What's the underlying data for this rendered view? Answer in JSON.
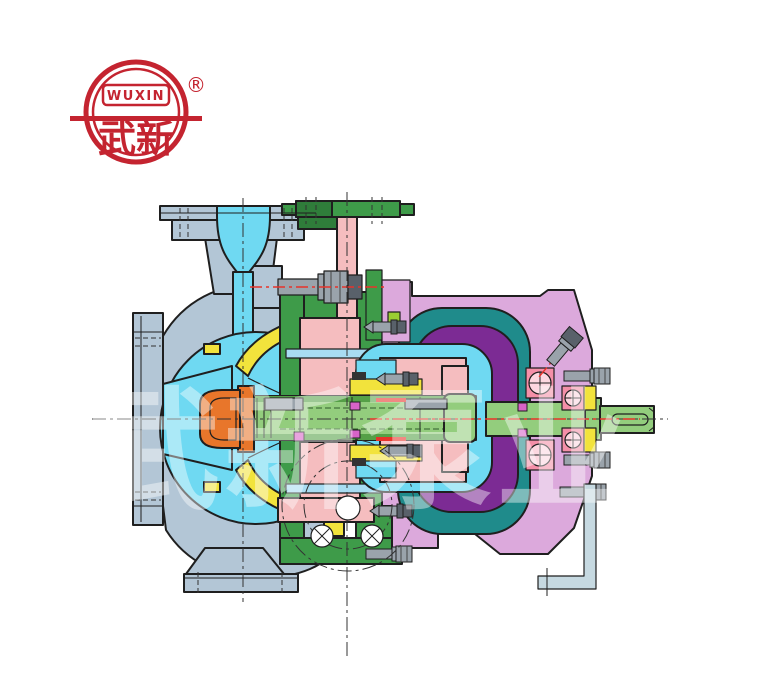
{
  "logo": {
    "brand": "WUXIN",
    "brand_cn": "武新",
    "registered": "®"
  },
  "watermark": {
    "text": "武新泵业"
  },
  "palette": {
    "outline": "#1F1F1F",
    "casing": "#B3C6D6",
    "fluid": "#6FD9F2",
    "impeller": "#F2E33C",
    "impeller_nut": "#E8762B",
    "bracket": "#3E9B49",
    "bracket_dark": "#2F7D3A",
    "inner_lining": "#F5BDBF",
    "shaft": "#93CD7D",
    "shaft_shade": "#55A047",
    "isolation_shell": "#1F8B8B",
    "outer_magnet": "#7C2B94",
    "bearing_housing": "#DCA9DC",
    "bearing_pink": "#F48FA8",
    "bearing_ball": "#FDD7E0",
    "spacer_magenta": "#D863C8",
    "retainer_yellow": "#F2E33C",
    "bolt_gray": "#9AA3AB",
    "accent_red": "#E8332A",
    "cooling_tube": "#A8DCF2",
    "drain_pipe": "#C6D9E1",
    "logo_red": "#C42430",
    "watermark_white": "#FFFFFF",
    "lime_detail": "#9ACD32"
  }
}
